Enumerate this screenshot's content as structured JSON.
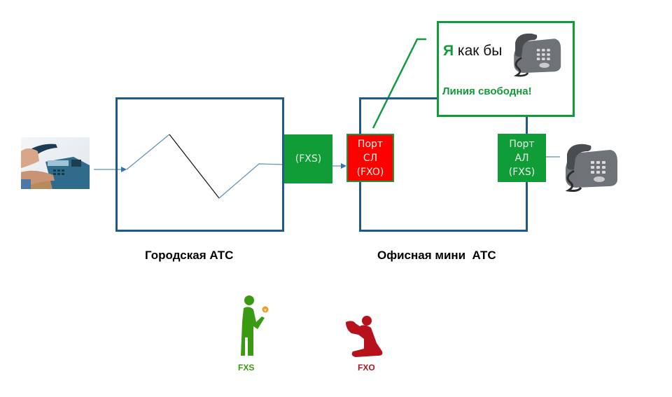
{
  "diagram": {
    "city_pbx": {
      "label": "Городская АТС"
    },
    "office_pbx": {
      "label": "Офисная мини  АТС"
    },
    "ports": {
      "city_fxs": {
        "label": "(FXS)",
        "color": "#109c36"
      },
      "trunk_fxo": {
        "label": "Порт\nСЛ\n(FXO)",
        "color": "#ff0000",
        "border": "#139a3a"
      },
      "line_fxs": {
        "label": "Порт\nАЛ\n(FXS)",
        "color": "#109c36"
      }
    },
    "callout": {
      "ya": "Я",
      "text1": " как бы",
      "text2": "Линия свободна!",
      "accent": "#139a3a"
    },
    "legend": {
      "fxs": {
        "label": "FXS",
        "color": "#3a9a12"
      },
      "fxo": {
        "label": "FXO",
        "color": "#b5121b"
      }
    },
    "icons": {
      "caller": "person-dialing-phone-icon",
      "office_phone": "desk-phone-icon",
      "callout_phone": "desk-phone-icon"
    }
  }
}
